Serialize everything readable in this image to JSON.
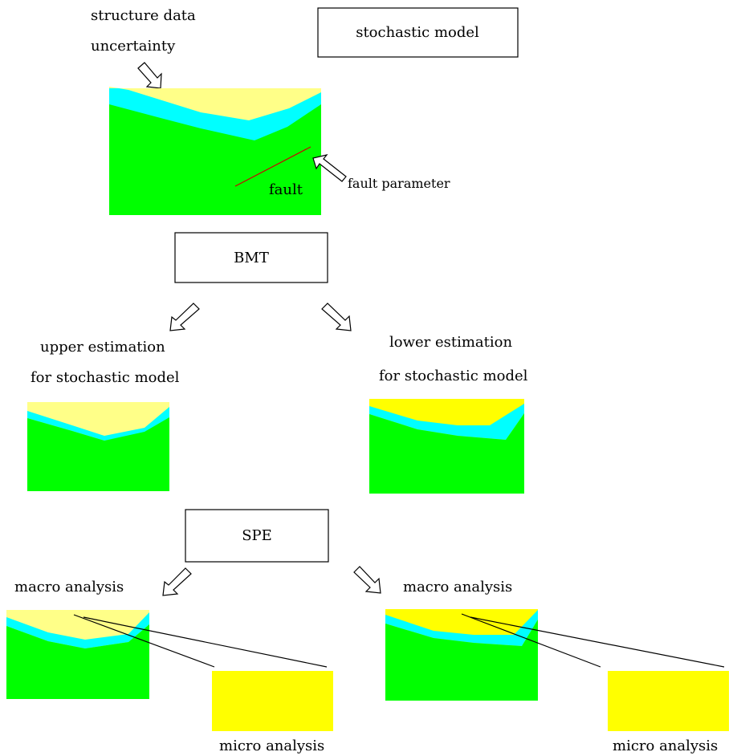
{
  "labels": {
    "structure_data": "structure data",
    "uncertainty": "uncertainty",
    "stochastic_model": "stochastic model",
    "fault": "fault",
    "fault_parameter": "fault parameter",
    "bmt": "BMT",
    "upper_estimation": "upper estimation",
    "upper_for_stochastic": "for stochastic model",
    "lower_estimation": "lower estimation",
    "lower_for_stochastic": "for stochastic model",
    "spe": "SPE",
    "macro_left": "macro analysis",
    "macro_right": "macro analysis",
    "micro_left": "micro analysis",
    "micro_right": "micro analysis"
  },
  "colors": {
    "top_layer_pale": "#ffff88",
    "top_layer_bright": "#ffff00",
    "middle_layer": "#00ffff",
    "bottom_layer": "#00ff00",
    "fault_line": "#cc0000",
    "micro_box": "#ffff00"
  }
}
